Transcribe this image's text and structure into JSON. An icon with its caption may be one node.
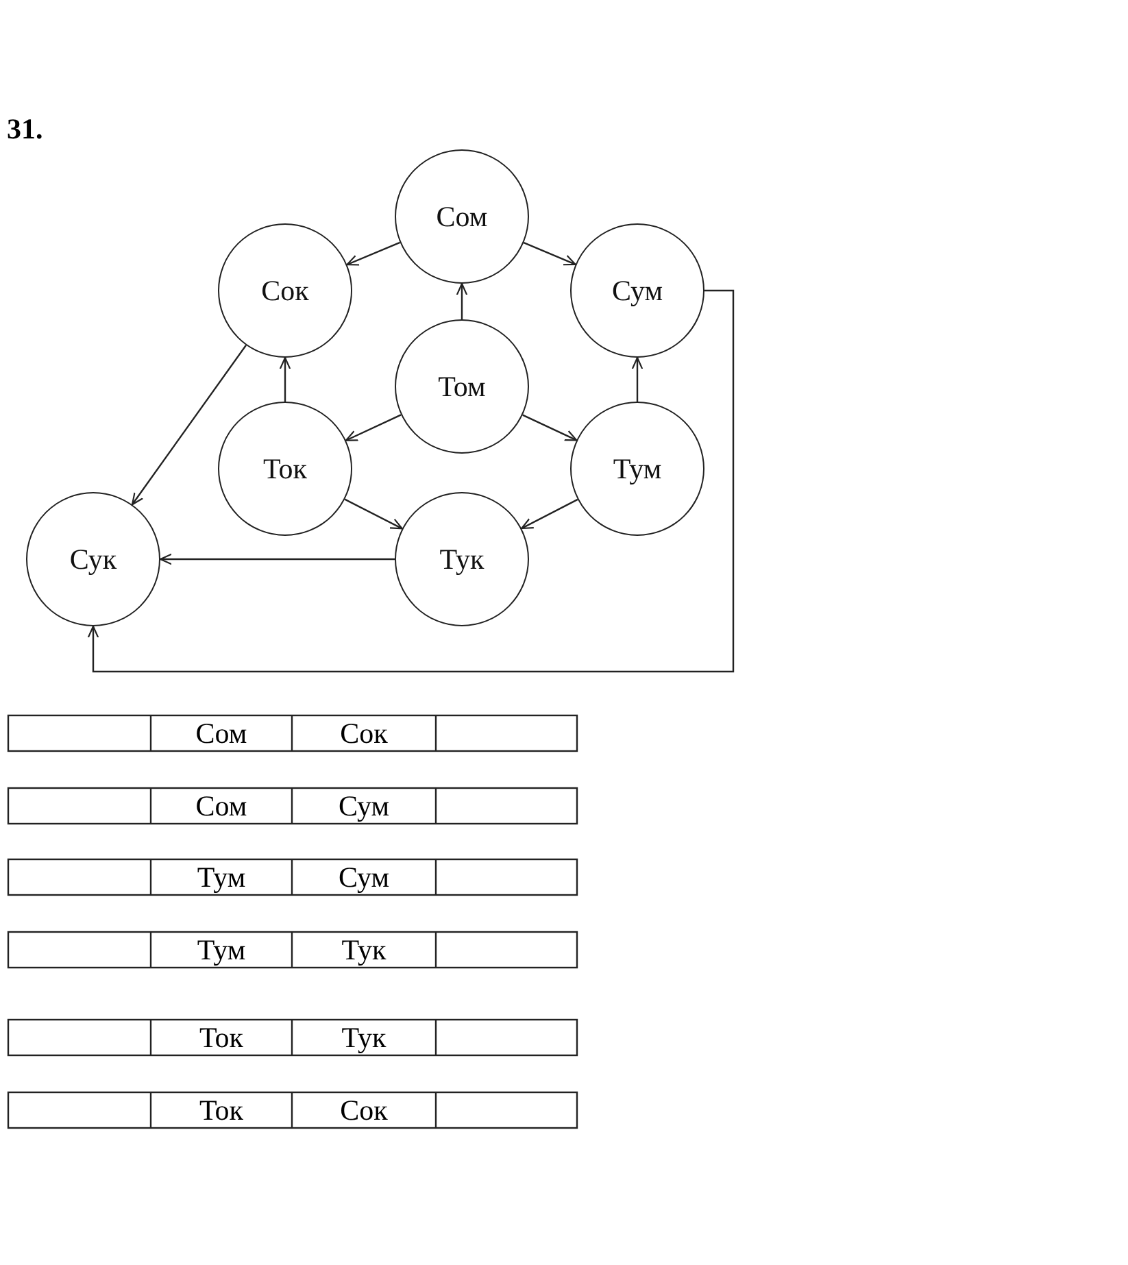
{
  "diagram": {
    "title": "31.",
    "nodes": [
      {
        "text": [
          "Сом"
        ]
      },
      {
        "text": [
          "Сок"
        ]
      },
      {
        "text": [
          "Сум"
        ]
      },
      {
        "text": [
          "Том"
        ]
      },
      {
        "text": [
          "Ток"
        ]
      },
      {
        "text": [
          "Тум"
        ]
      },
      {
        "text": [
          "Сук"
        ]
      },
      {
        "text": [
          "Тук"
        ]
      }
    ],
    "edges": [
      {
        "from": 3,
        "to": 0,
        "arrow": "to"
      },
      {
        "from": 0,
        "to": 1,
        "arrow": "to"
      },
      {
        "from": 0,
        "to": 2,
        "arrow": "to"
      },
      {
        "from": 3,
        "to": 4,
        "arrow": "to"
      },
      {
        "from": 3,
        "to": 5,
        "arrow": "to"
      },
      {
        "from": 4,
        "to": 1,
        "arrow": "to"
      },
      {
        "from": 5,
        "to": 2,
        "arrow": "to"
      },
      {
        "from": 4,
        "to": 7,
        "arrow": "to"
      },
      {
        "from": 5,
        "to": 7,
        "arrow": "to"
      },
      {
        "from": 1,
        "to": 6,
        "arrow": "to"
      },
      {
        "from": 7,
        "to": 6,
        "arrow": "to"
      },
      {
        "from": 2,
        "to": 6,
        "arrow": "to"
      }
    ],
    "labels": [
      "Сом",
      "Сок",
      "Сом",
      "Сум",
      "Тум",
      "Сум",
      "Тум",
      "Тук",
      "Ток",
      "Тук",
      "Ток",
      "Сок"
    ]
  }
}
